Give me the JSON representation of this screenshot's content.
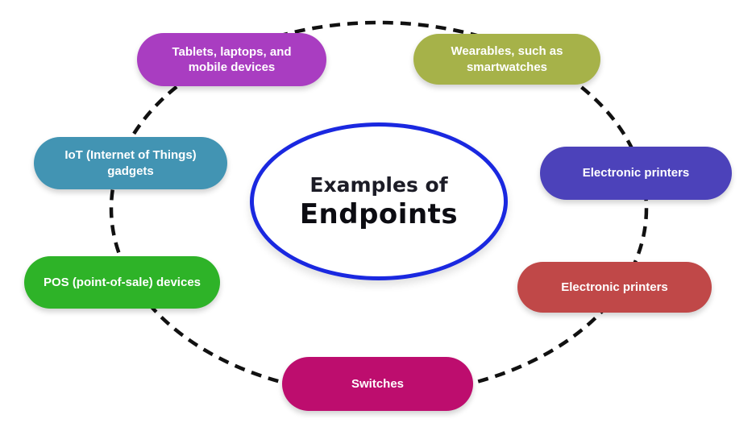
{
  "diagram": {
    "center": {
      "title_line1": "Examples of",
      "title_line2": "Endpoints",
      "border_color": "#1a28e0",
      "fill_color": "#ffffff"
    },
    "ring": {
      "color": "#111111",
      "style": "dashed"
    },
    "nodes": [
      {
        "id": "tablets-laptops-mobile",
        "lines": [
          "Tablets, laptops, and",
          "mobile devices"
        ],
        "color": "#a93dc1",
        "text_color": "#ffffff"
      },
      {
        "id": "wearables-smartwatches",
        "lines": [
          "Wearables, such as",
          "smartwatches"
        ],
        "color": "#a6b249",
        "text_color": "#ffffff"
      },
      {
        "id": "iot-gadgets",
        "lines": [
          "IoT (Internet of Things)",
          "gadgets"
        ],
        "color": "#4294b3",
        "text_color": "#ffffff"
      },
      {
        "id": "electronic-printers-right",
        "lines": [
          "Electronic printers"
        ],
        "color": "#4c42ba",
        "text_color": "#ffffff"
      },
      {
        "id": "pos-devices",
        "lines": [
          "POS (point-of-sale) devices"
        ],
        "color": "#2eb328",
        "text_color": "#ffffff"
      },
      {
        "id": "electronic-printers-bottom",
        "lines": [
          "Electronic printers"
        ],
        "color": "#c04848",
        "text_color": "#ffffff"
      },
      {
        "id": "switches",
        "lines": [
          "Switches"
        ],
        "color": "#bd0d6e",
        "text_color": "#ffffff"
      }
    ]
  }
}
